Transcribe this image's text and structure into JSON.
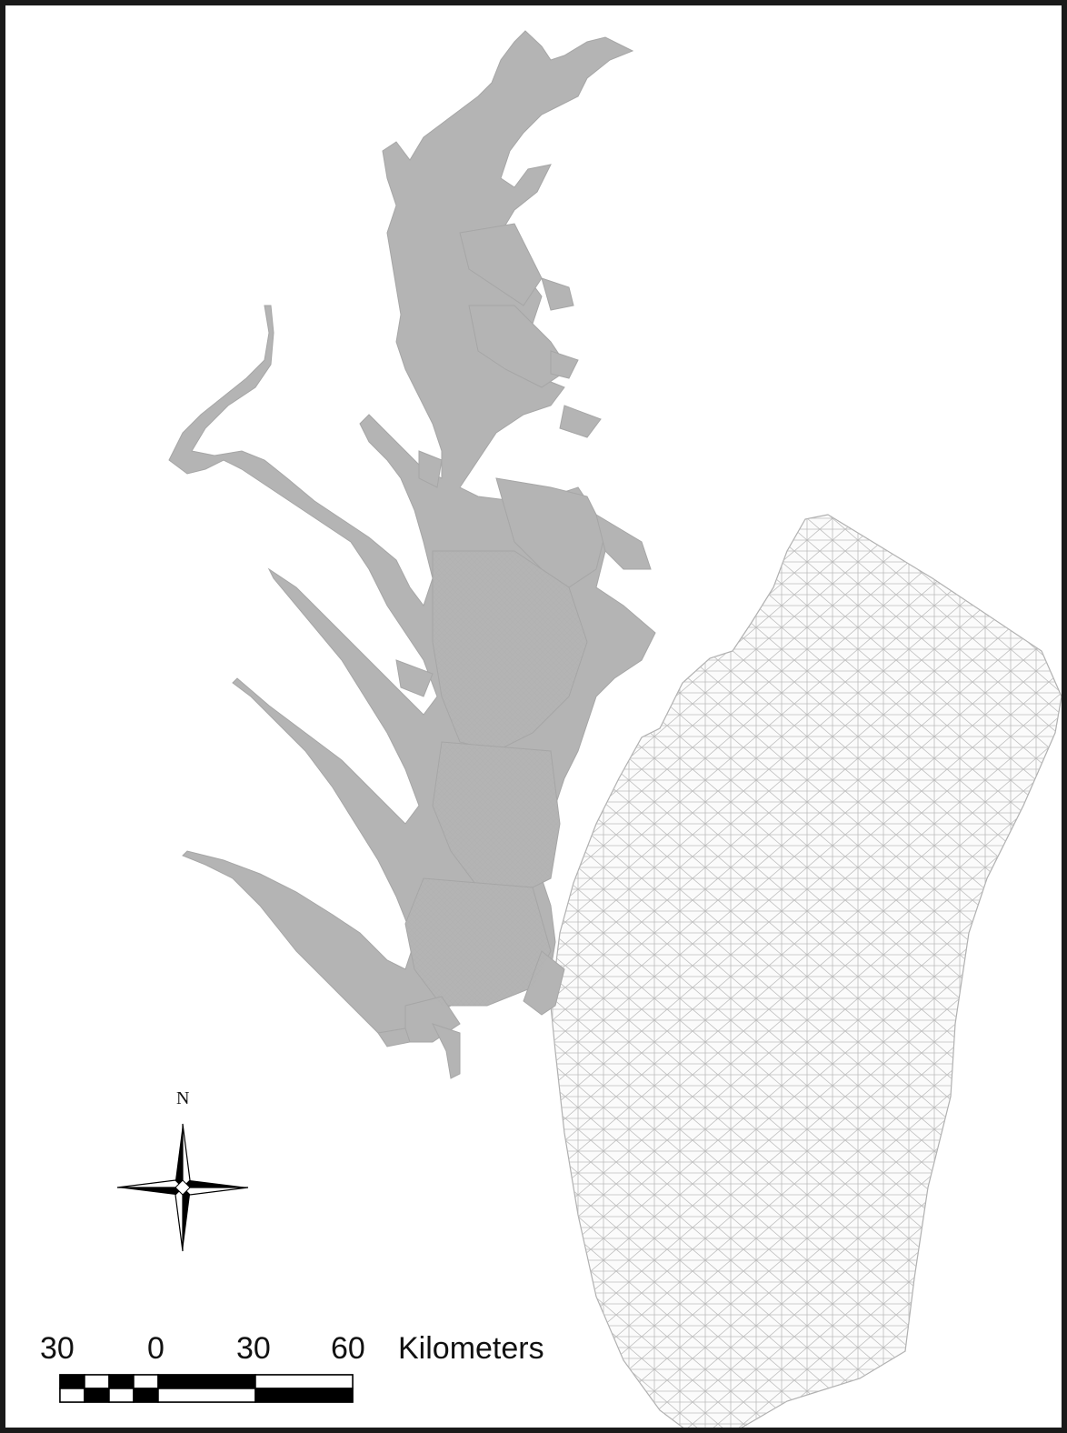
{
  "map": {
    "north_label": "N",
    "scale_bar": {
      "tick_labels": [
        "30",
        "0",
        "30",
        "60"
      ],
      "unit_label": "Kilometers"
    },
    "colors": {
      "water_fill": "#b4b4b4",
      "mesh_line": "#b9b9b9",
      "frame": "#1a1a1a",
      "background": "#ffffff",
      "ink": "#111111"
    },
    "icons": [
      "north-arrow-icon"
    ]
  }
}
